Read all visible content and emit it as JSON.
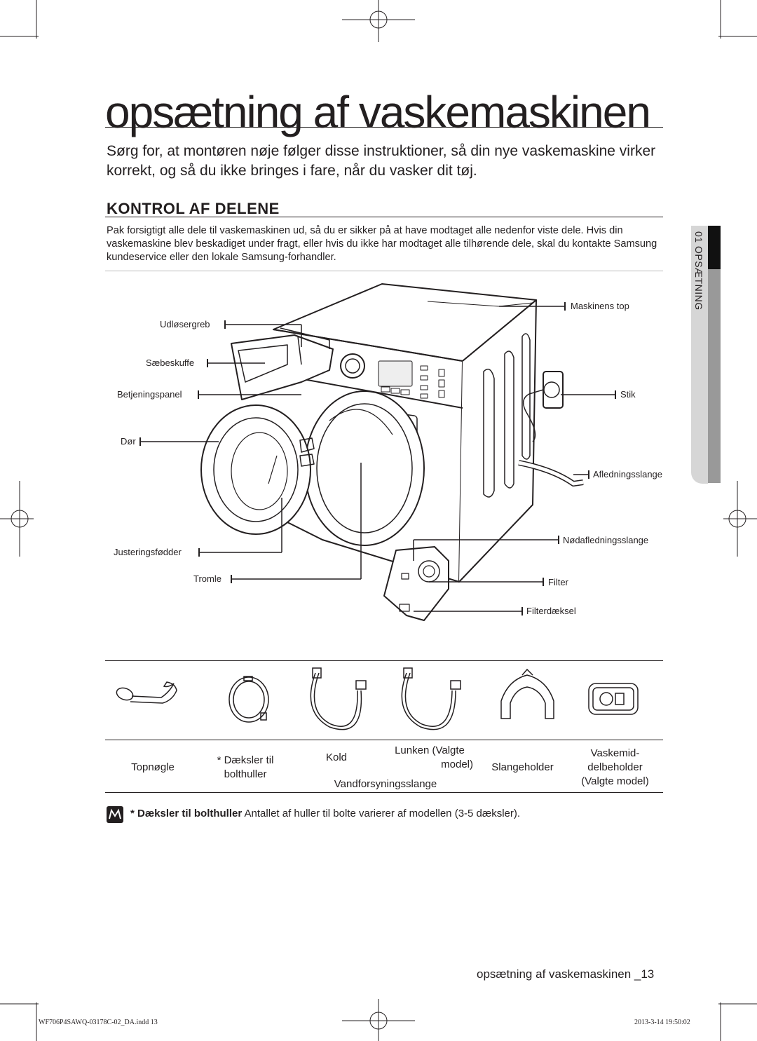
{
  "page": {
    "title": "opsætning af vaskemaskinen",
    "intro": "Sørg for, at montøren nøje følger disse instruktioner, så din nye vaskemaskine virker korrekt, og så du ikke bringes i fare, når du vasker dit tøj.",
    "section_heading": "KONTROL AF DELENE",
    "section_body": "Pak forsigtigt alle dele til vaskemaskinen ud, så du er sikker på at have modtaget alle nedenfor viste dele. Hvis din vaskemaskine blev beskadiget under fragt, eller hvis du ikke har modtaget alle tilhørende dele, skal du kontakte Samsung kundeservice eller den lokale Samsung-forhandler.",
    "side_tab": "01 OPSÆTNING"
  },
  "diagram": {
    "labels": {
      "udloesergreb": "Udløsergreb",
      "saebeskuffe": "Sæbeskuffe",
      "betjeningspanel": "Betjeningspanel",
      "doer": "Dør",
      "justeringsfoedder": "Justeringsfødder",
      "tromle": "Tromle",
      "maskinens_top": "Maskinens top",
      "stik": "Stik",
      "afledningsslange": "Afledningsslange",
      "noedafledningsslange": "Nødafledningsslange",
      "filter": "Filter",
      "filterdaeksel": "Filterdæksel"
    }
  },
  "accessories": {
    "topnoegle": "Topnøgle",
    "daeksler_l1": "* Dæksler til",
    "daeksler_l2": "bolthuller",
    "kold": "Kold",
    "lunken_l1": "Lunken (Valgte",
    "lunken_l2": "model)",
    "vandforsyning": "Vandforsyningsslange",
    "slangeholder": "Slangeholder",
    "vaskemid_l1": "Vaskemid-",
    "vaskemid_l2": "delbeholder",
    "vaskemid_l3": "(Valgte model)"
  },
  "note": {
    "bold": "* Dæksler til bolthuller",
    "text": " Antallet af huller til bolte varierer af modellen (3-5 dæksler)."
  },
  "footer": {
    "page_label": "opsætning af vaskemaskinen _13",
    "indd": "WF706P4SAWQ-03178C-02_DA.indd   13",
    "timestamp": "2013-3-14   19:50:02"
  }
}
